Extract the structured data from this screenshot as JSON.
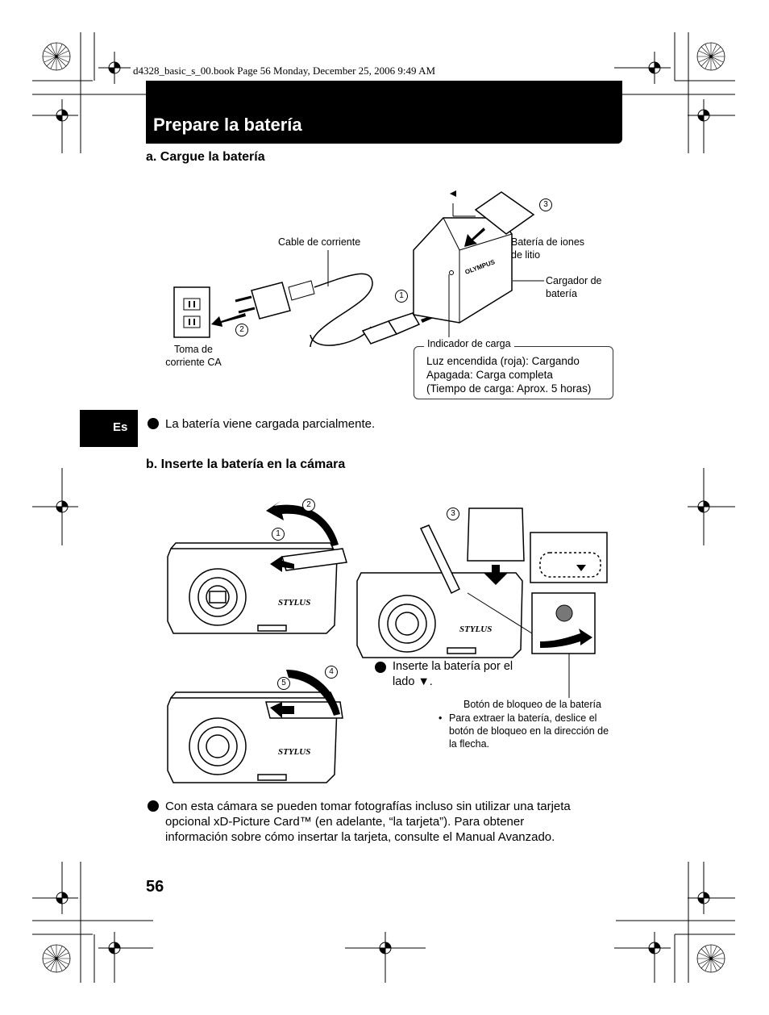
{
  "meta": {
    "book_line": "d4328_basic_s_00.book  Page 56  Monday, December 25, 2006  9:49 AM"
  },
  "title": "Prepare la batería",
  "language_tab": "Es",
  "section_a": {
    "heading": "a.  Cargue la batería",
    "labels": {
      "power_cable": "Cable de corriente",
      "battery": [
        "Batería de iones",
        "de litio"
      ],
      "charger": [
        "Cargador de",
        "batería"
      ],
      "outlet": [
        "Toma de",
        "corriente CA"
      ],
      "charge_indicator": "Indicador de carga",
      "status_lines": [
        "Luz encendida (roja): Cargando",
        "Apagada: Carga completa",
        "(Tiempo de carga: Aprox. 5 horas)"
      ]
    },
    "steps": [
      "1",
      "2",
      "3"
    ],
    "note": "La batería viene cargada parcialmente."
  },
  "section_b": {
    "heading": "b.  Inserte la batería en la cámara",
    "steps": [
      "1",
      "2",
      "3",
      "4",
      "5"
    ],
    "insert_note": [
      "Inserte la batería por el",
      "lado ▼."
    ],
    "lock_button": "Botón de bloqueo de la batería",
    "lock_note": [
      "Para extraer la batería, deslice el",
      "botón de bloqueo en la dirección de",
      "la flecha."
    ]
  },
  "footer_note": [
    "Con esta cámara se pueden tomar fotografías incluso sin utilizar una tarjeta",
    "opcional xD-Picture Card™ (en adelante, “la tarjeta”). Para obtener",
    "información sobre cómo insertar la tarjeta, consulte el Manual Avanzado."
  ],
  "page_number": "56",
  "brand_text": "OLYMPUS"
}
